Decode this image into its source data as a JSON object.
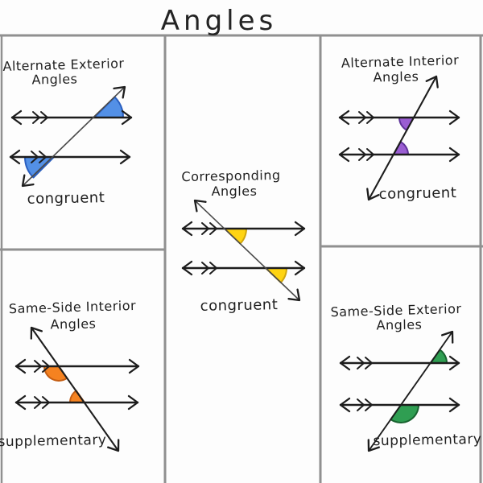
{
  "title": "Angles",
  "colors": {
    "background": "#fdfdfd",
    "grid": "#909090",
    "ink": "#1d1d1d",
    "transversal_ink": "#4a4a4a",
    "blue_fill": "#5390e6",
    "blue_edge": "#2a5fc0",
    "purple_fill": "#9a5ed2",
    "purple_edge": "#5e3399",
    "yellow_fill": "#ffd412",
    "yellow_edge": "#cfa50d",
    "orange_fill": "#f58220",
    "orange_edge": "#c45d12",
    "green_fill": "#2f9e52",
    "green_edge": "#18632f"
  },
  "panels": [
    {
      "key": "alternate-exterior",
      "title_line1": "Alternate Exterior",
      "title_line2": "Angles",
      "relation": "congruent",
      "angle_color_name": "blue"
    },
    {
      "key": "alternate-interior",
      "title_line1": "Alternate Interior",
      "title_line2": "Angles",
      "relation": "congruent",
      "angle_color_name": "purple"
    },
    {
      "key": "corresponding",
      "title_line1": "Corresponding",
      "title_line2": "Angles",
      "relation": "congruent",
      "angle_color_name": "yellow"
    },
    {
      "key": "same-side-interior",
      "title_line1": "Same-Side Interior",
      "title_line2": "Angles",
      "relation": "supplementary",
      "angle_color_name": "orange"
    },
    {
      "key": "same-side-exterior",
      "title_line1": "Same-Side Exterior",
      "title_line2": "Angles",
      "relation": "supplementary",
      "angle_color_name": "green"
    }
  ]
}
